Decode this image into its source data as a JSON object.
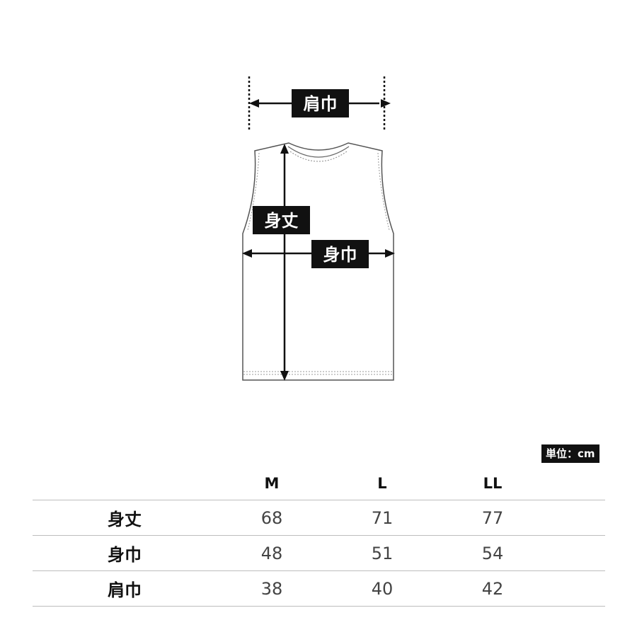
{
  "diagram": {
    "shoulder_label": "肩巾",
    "length_label": "身丈",
    "width_label": "身巾"
  },
  "unit_label": "単位：cm",
  "table": {
    "columns": [
      "M",
      "L",
      "LL"
    ],
    "rows": [
      {
        "label": "身丈",
        "values": [
          "68",
          "71",
          "77"
        ]
      },
      {
        "label": "身巾",
        "values": [
          "48",
          "51",
          "54"
        ]
      },
      {
        "label": "肩巾",
        "values": [
          "38",
          "40",
          "42"
        ]
      }
    ]
  }
}
